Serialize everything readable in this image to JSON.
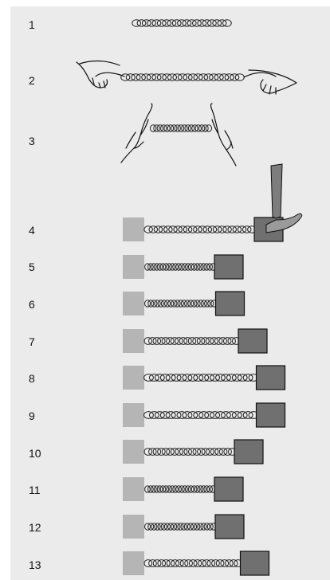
{
  "steps": [
    {
      "label": "1",
      "kind": "spring-free"
    },
    {
      "label": "2",
      "kind": "spring-stretched-by-hands"
    },
    {
      "label": "3",
      "kind": "spring-compressed-by-hands"
    },
    {
      "label": "4",
      "kind": "mass-spring-struck-by-hammer",
      "block_offset": 1.0,
      "coil_density": 1.0
    },
    {
      "label": "5",
      "kind": "mass-spring",
      "block_offset": 0.0,
      "coil_density": 1.6
    },
    {
      "label": "6",
      "kind": "mass-spring",
      "block_offset": 0.03,
      "coil_density": 1.5
    },
    {
      "label": "7",
      "kind": "mass-spring",
      "block_offset": 0.6,
      "coil_density": 1.15
    },
    {
      "label": "8",
      "kind": "mass-spring",
      "block_offset": 1.05,
      "coil_density": 0.9
    },
    {
      "label": "9",
      "kind": "mass-spring",
      "block_offset": 1.05,
      "coil_density": 0.9
    },
    {
      "label": "10",
      "kind": "mass-spring",
      "block_offset": 0.5,
      "coil_density": 1.15
    },
    {
      "label": "11",
      "kind": "mass-spring",
      "block_offset": 0.0,
      "coil_density": 1.6
    },
    {
      "label": "12",
      "kind": "mass-spring",
      "block_offset": 0.02,
      "coil_density": 1.5
    },
    {
      "label": "13",
      "kind": "mass-spring",
      "block_offset": 0.65,
      "coil_density": 1.1
    }
  ],
  "colors": {
    "background": "#ebebeb",
    "wall": "#b5b5b5",
    "block": "#707070",
    "block_border": "#111111",
    "spring": "#222222",
    "hammer_handle": "#7d7d7d",
    "hammer_head": "#9a9a9a"
  },
  "icons": [
    "hand-icon",
    "hammer-icon"
  ]
}
